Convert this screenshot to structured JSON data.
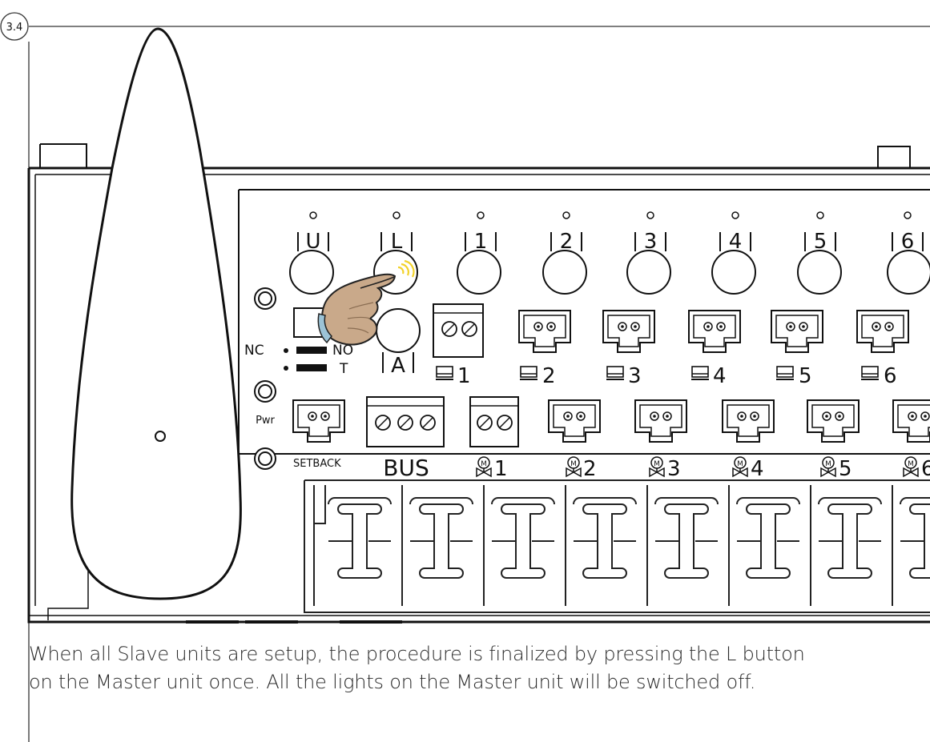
{
  "step_number": "3.4",
  "caption": {
    "line1": "When all Slave units are setup, the procedure is finalized by pressing the L button",
    "line2": "on the Master unit once. All the lights on the Master unit will be switched off."
  },
  "top_buttons": [
    "U",
    "L",
    "1",
    "2",
    "3",
    "4",
    "5",
    "6"
  ],
  "button_a": "A",
  "jumper": {
    "left": "NC",
    "right": "NO",
    "lower": "T"
  },
  "power_label": "Pwr",
  "setback_label": "SETBACK",
  "bus_label": "BUS",
  "thermostat_channels": [
    "1",
    "2",
    "3",
    "4",
    "5",
    "6"
  ],
  "actuator_channels": [
    "1",
    "2",
    "3",
    "4",
    "5",
    "6"
  ],
  "pressed_button": "L"
}
